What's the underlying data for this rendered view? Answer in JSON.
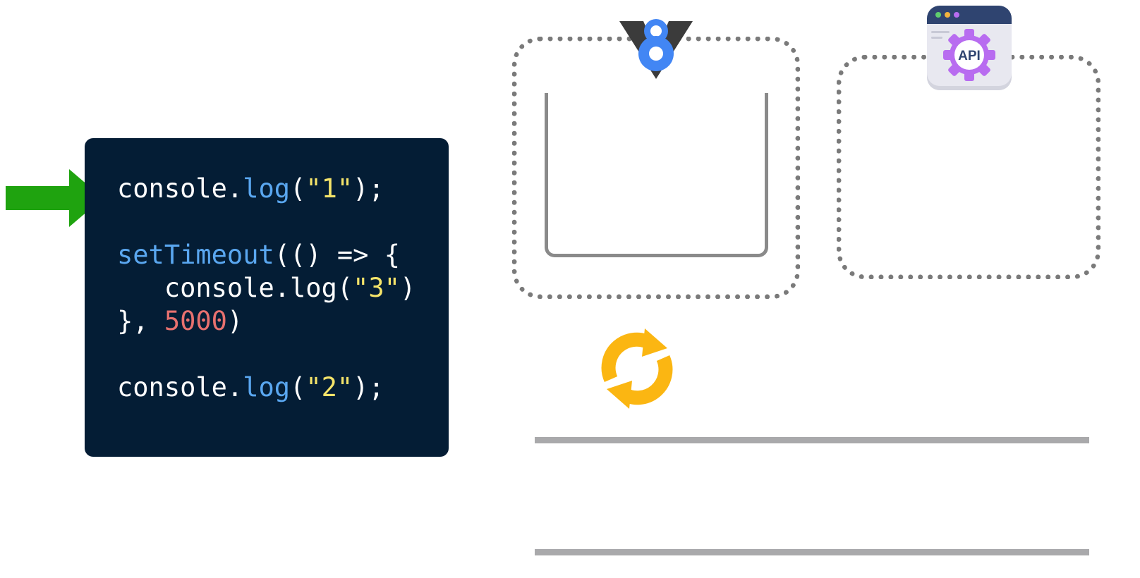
{
  "code": {
    "line1": {
      "obj": "console.",
      "fn": "log",
      "open": "(",
      "str": "\"1\"",
      "close": ");"
    },
    "line2": {
      "fn": "setTimeout",
      "rest": "(() => {"
    },
    "line3": {
      "indent": "   ",
      "text": "console.log(",
      "str": "\"3\"",
      "close": ")"
    },
    "line4": {
      "open": "}, ",
      "num": "5000",
      "close": ")"
    },
    "line5": {
      "obj": "console.",
      "fn": "log",
      "open": "(",
      "str": "\"2\"",
      "close": ");"
    }
  },
  "colors": {
    "code_background": "#041d35",
    "arrow": "#1fa30f",
    "function": "#5aa7f0",
    "string": "#f5e46a",
    "number": "#e8716f",
    "dotted_border": "#7a7a7a",
    "loop_icon": "#fbb612",
    "v8_blue": "#4286f4",
    "api_gear": "#b86cf0"
  },
  "icons": {
    "arrow": "right-arrow-icon",
    "engine": "v8-engine-logo-icon",
    "web_api": "api-gear-window-icon",
    "event_loop": "refresh-cycle-icon"
  },
  "api_icon_label": "API"
}
